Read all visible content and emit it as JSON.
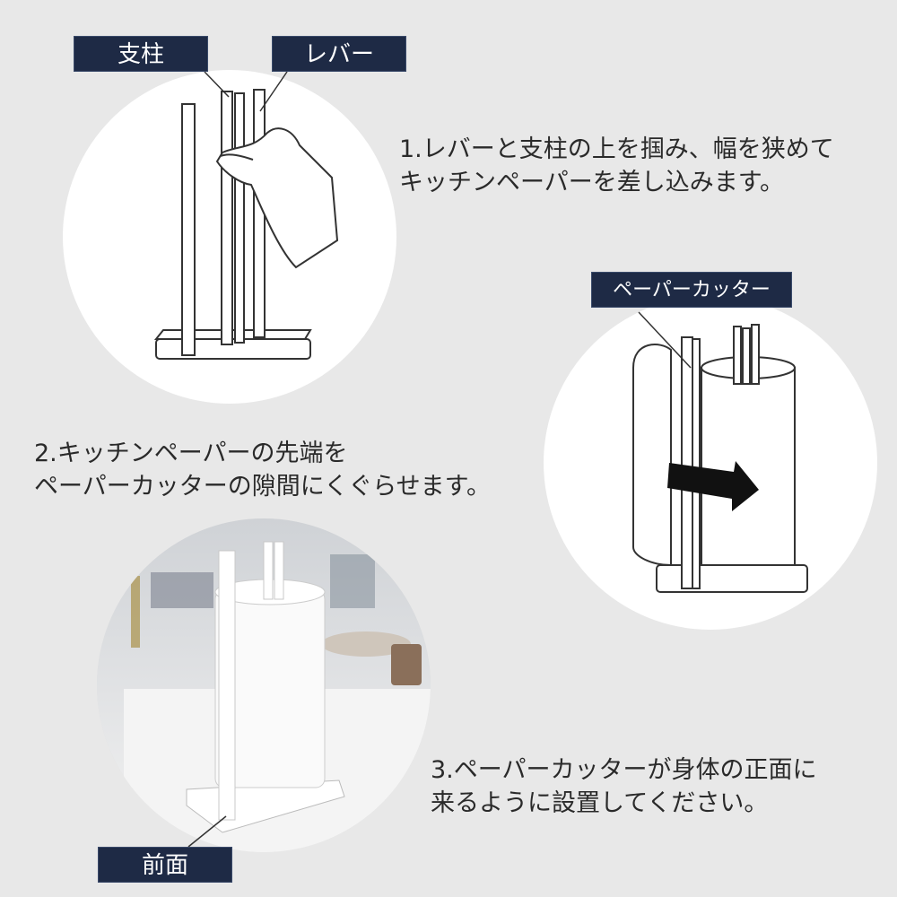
{
  "labels": {
    "pillar": "支柱",
    "lever": "レバー",
    "cutter": "ペーパーカッター",
    "front": "前面"
  },
  "steps": [
    {
      "line1": "1.レバーと支柱の上を掴み、幅を狭めて",
      "line2": "キッチンペーパーを差し込みます。"
    },
    {
      "line1": "2.キッチンペーパーの先端を",
      "line2": "ペーパーカッターの隙間にくぐらせます。"
    },
    {
      "line1": "3.ペーパーカッターが身体の正面に",
      "line2": "来るように設置してください。"
    }
  ],
  "colors": {
    "background": "#e8e8e8",
    "tag_background": "#1e2a45",
    "tag_text": "#ffffff",
    "text": "#2a2a2a"
  },
  "icons": [
    "hand-icon",
    "arrow-right-icon"
  ]
}
